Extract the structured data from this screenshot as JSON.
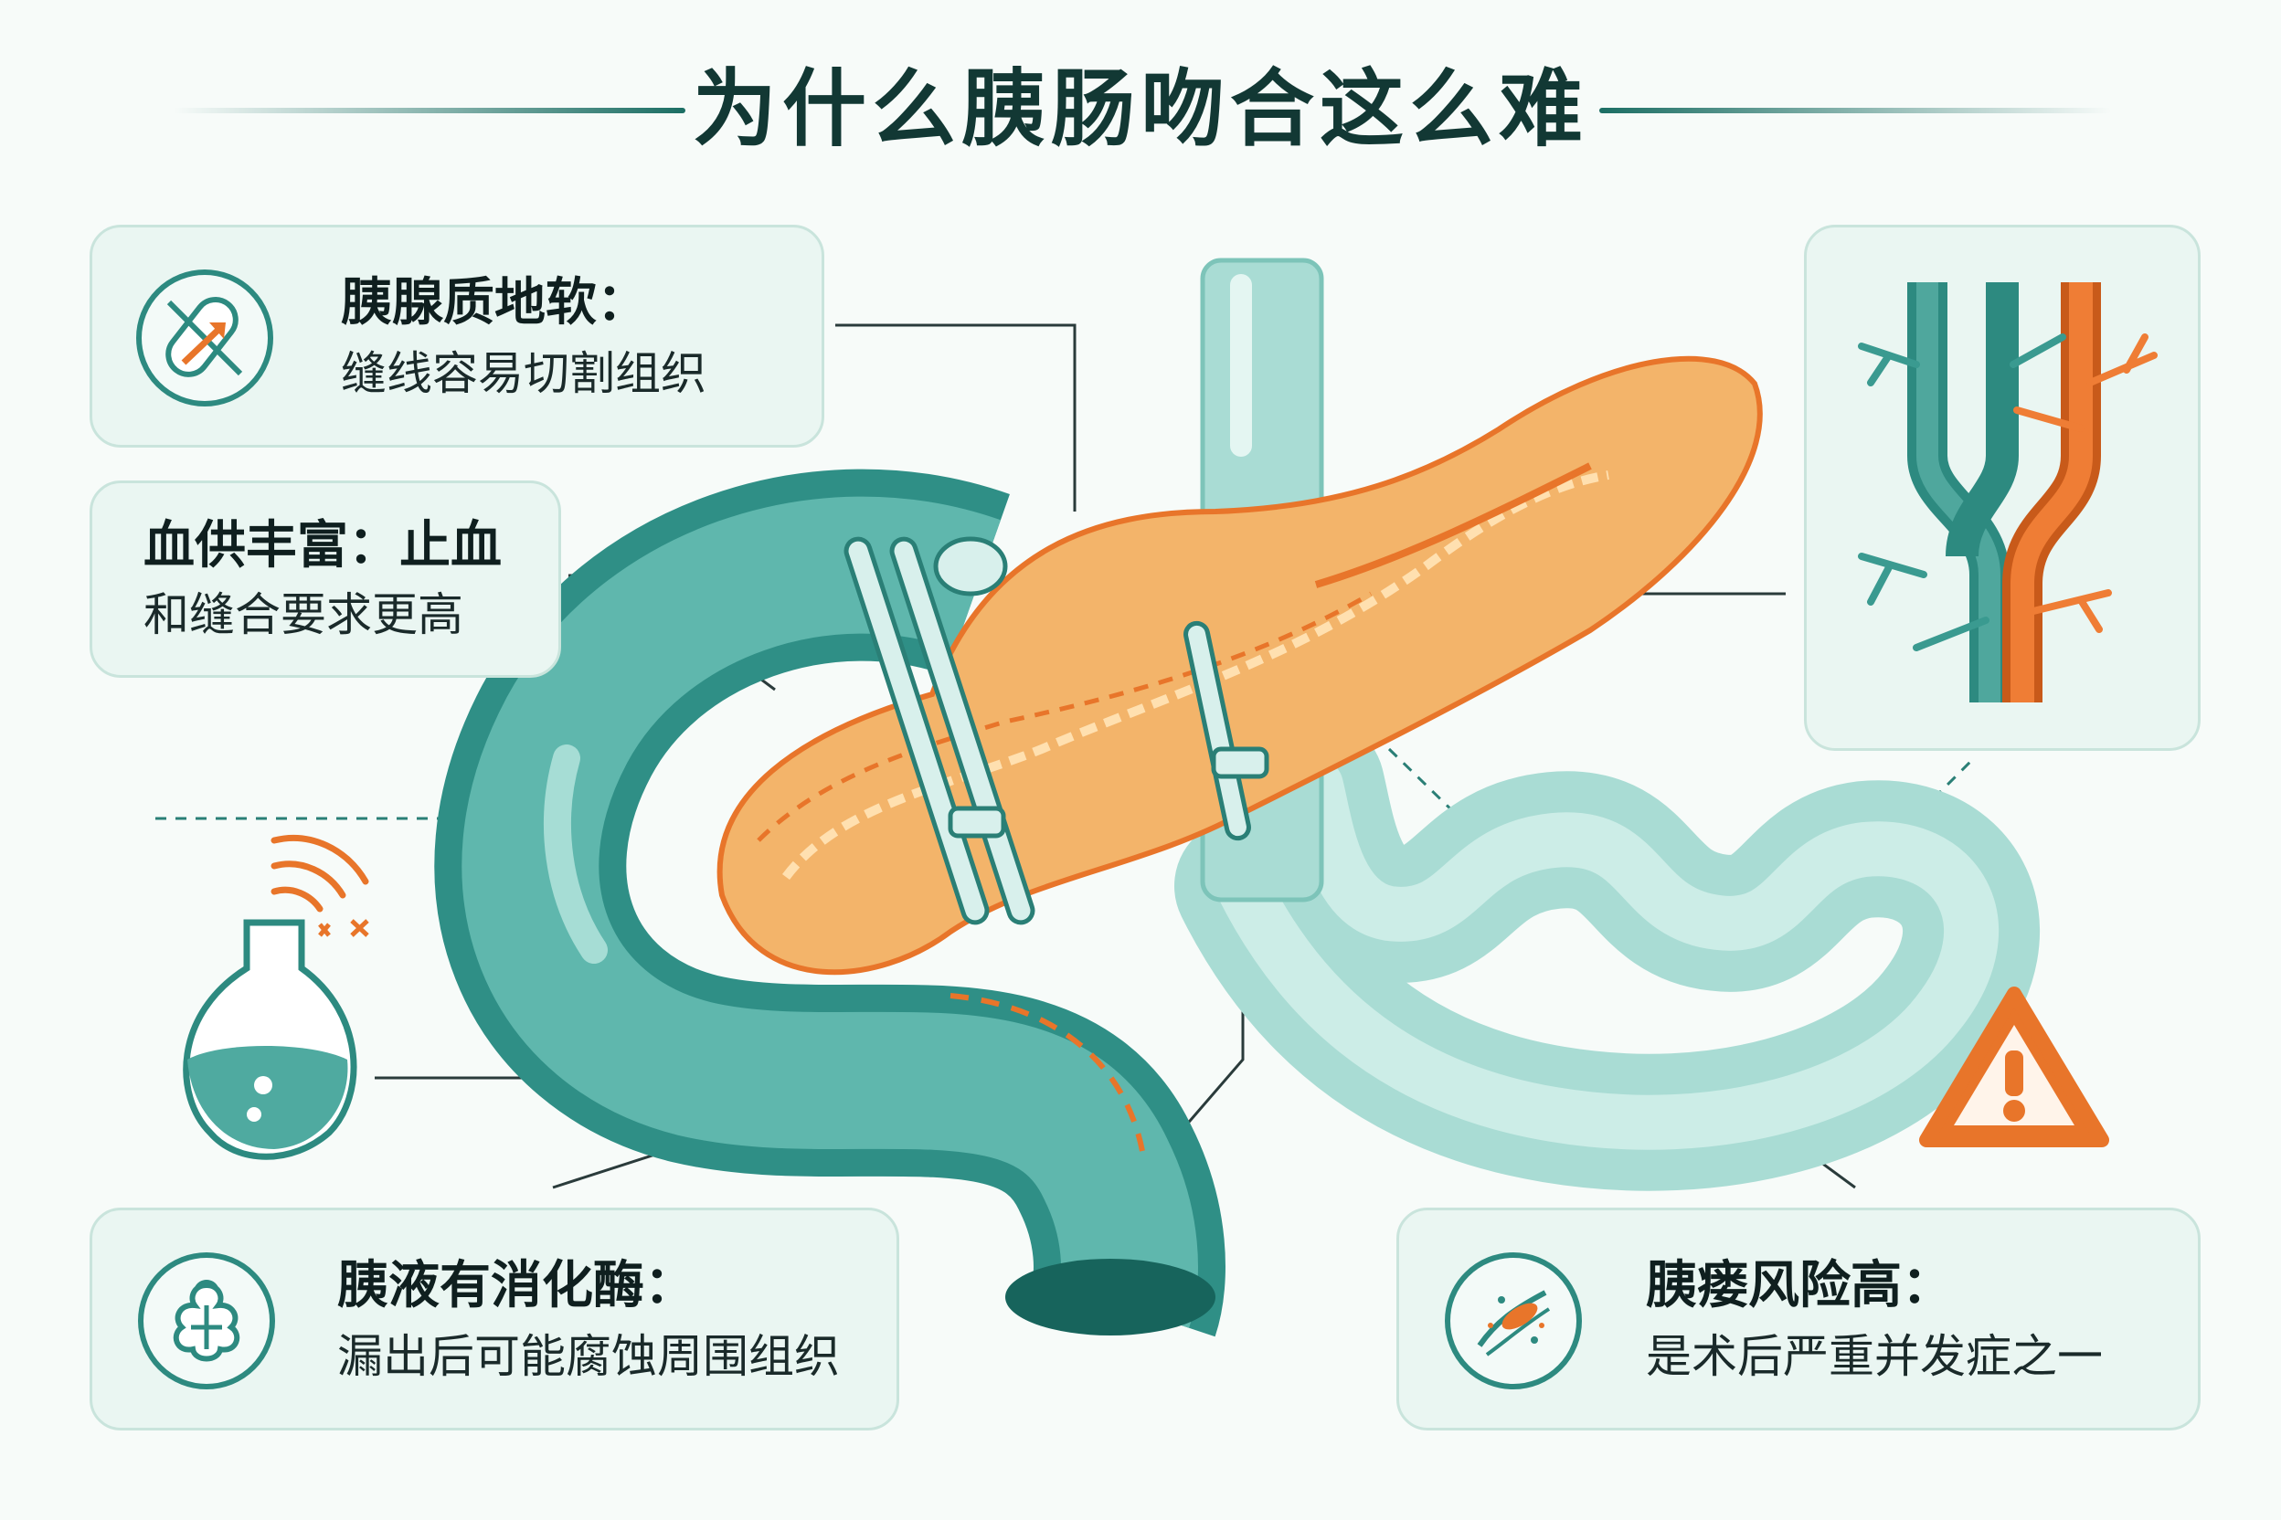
{
  "title": "为什么胰肠吻合这么难",
  "cards": {
    "soft": {
      "heading": "胰腺质地软：",
      "text": "缝线容易切割组织",
      "icon": "suture-cutting-icon"
    },
    "blood": {
      "heading": "血供丰富：止血",
      "text": "和缝合要求更高"
    },
    "enzyme": {
      "heading": "胰液有消化酶：",
      "text": "漏出后可能腐蚀周围组织",
      "icon": "pancreatic-tissue-icon"
    },
    "fistula": {
      "heading": "胰瘘风险高：",
      "text": "是术后严重并发症之一",
      "icon": "leak-virus-icon"
    }
  },
  "icons": {
    "flask": "pancreatic-juice-flask-icon",
    "warning": "warning-triangle-icon",
    "vessels": "blood-vessels-icon"
  },
  "colors": {
    "teal": "#2d8a80",
    "teal_light": "#9fd3cb",
    "orange": "#e8752a",
    "pancreas": "#f3b46a",
    "title": "#123834"
  }
}
